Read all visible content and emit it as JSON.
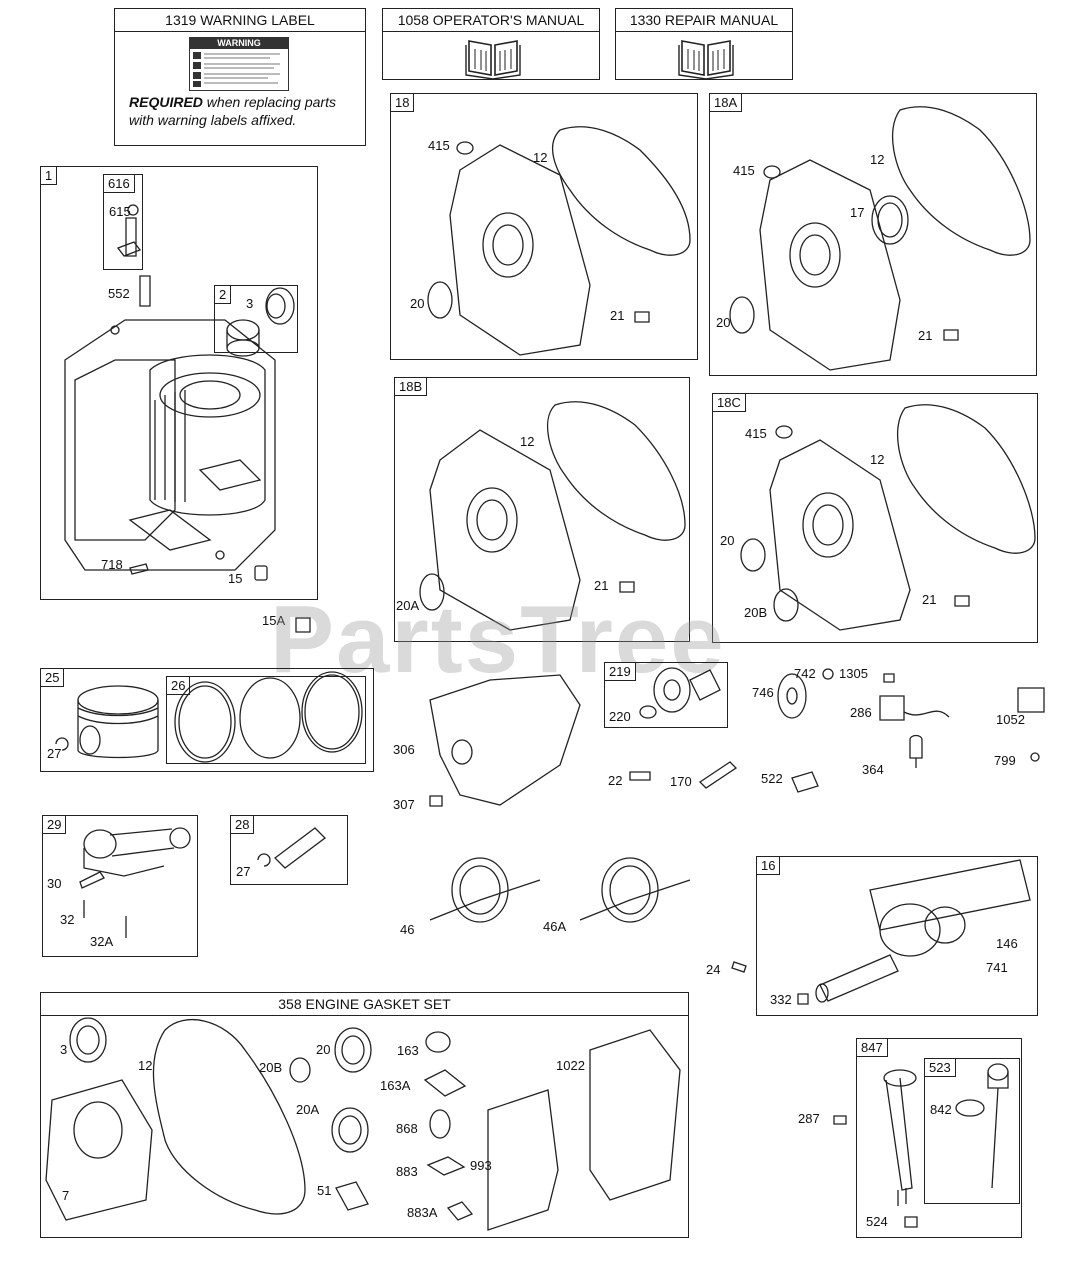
{
  "watermark": "PartsTree",
  "headers": {
    "warning_label": "1319 WARNING LABEL",
    "operators_manual": "1058 OPERATOR'S MANUAL",
    "repair_manual": "1330 REPAIR MANUAL",
    "gasket_set": "358 ENGINE GASKET SET"
  },
  "warning": {
    "sticker_title": "WARNING",
    "required": "REQUIRED",
    "note": " when replacing parts",
    "note2": "with warning labels affixed."
  },
  "tags": {
    "b1": "1",
    "b616": "616",
    "b2": "2",
    "b18": "18",
    "b18a": "18A",
    "b18b": "18B",
    "b18c": "18C",
    "b25": "25",
    "b26": "26",
    "b219": "219",
    "b29": "29",
    "b28": "28",
    "b16": "16",
    "b847": "847",
    "b523": "523"
  },
  "labels": {
    "p615": "615",
    "p552": "552",
    "p3": "3",
    "p718": "718",
    "p15": "15",
    "p15a": "15A",
    "c18_415": "415",
    "c18_12": "12",
    "c18_20": "20",
    "c18_21": "21",
    "c18a_415": "415",
    "c18a_12": "12",
    "c18a_17": "17",
    "c18a_20": "20",
    "c18a_21": "21",
    "c18b_12": "12",
    "c18b_20a": "20A",
    "c18b_21": "21",
    "c18c_415": "415",
    "c18c_12": "12",
    "c18c_20": "20",
    "c18c_20b": "20B",
    "c18c_21": "21",
    "p27a": "27",
    "p306": "306",
    "p307": "307",
    "p220": "220",
    "p742": "742",
    "p746": "746",
    "p1305": "1305",
    "p286": "286",
    "p1052": "1052",
    "p22": "22",
    "p170": "170",
    "p522": "522",
    "p364": "364",
    "p799": "799",
    "p30": "30",
    "p32": "32",
    "p32a": "32A",
    "p27b": "27",
    "p46": "46",
    "p46a": "46A",
    "p24": "24",
    "p146": "146",
    "p741": "741",
    "p332": "332",
    "g3": "3",
    "g12": "12",
    "g7": "7",
    "g20b": "20B",
    "g20": "20",
    "g20a": "20A",
    "g51": "51",
    "g163": "163",
    "g163a": "163A",
    "g868": "868",
    "g883": "883",
    "g883a": "883A",
    "g993": "993",
    "g1022": "1022",
    "p287": "287",
    "p842": "842",
    "p524": "524"
  }
}
